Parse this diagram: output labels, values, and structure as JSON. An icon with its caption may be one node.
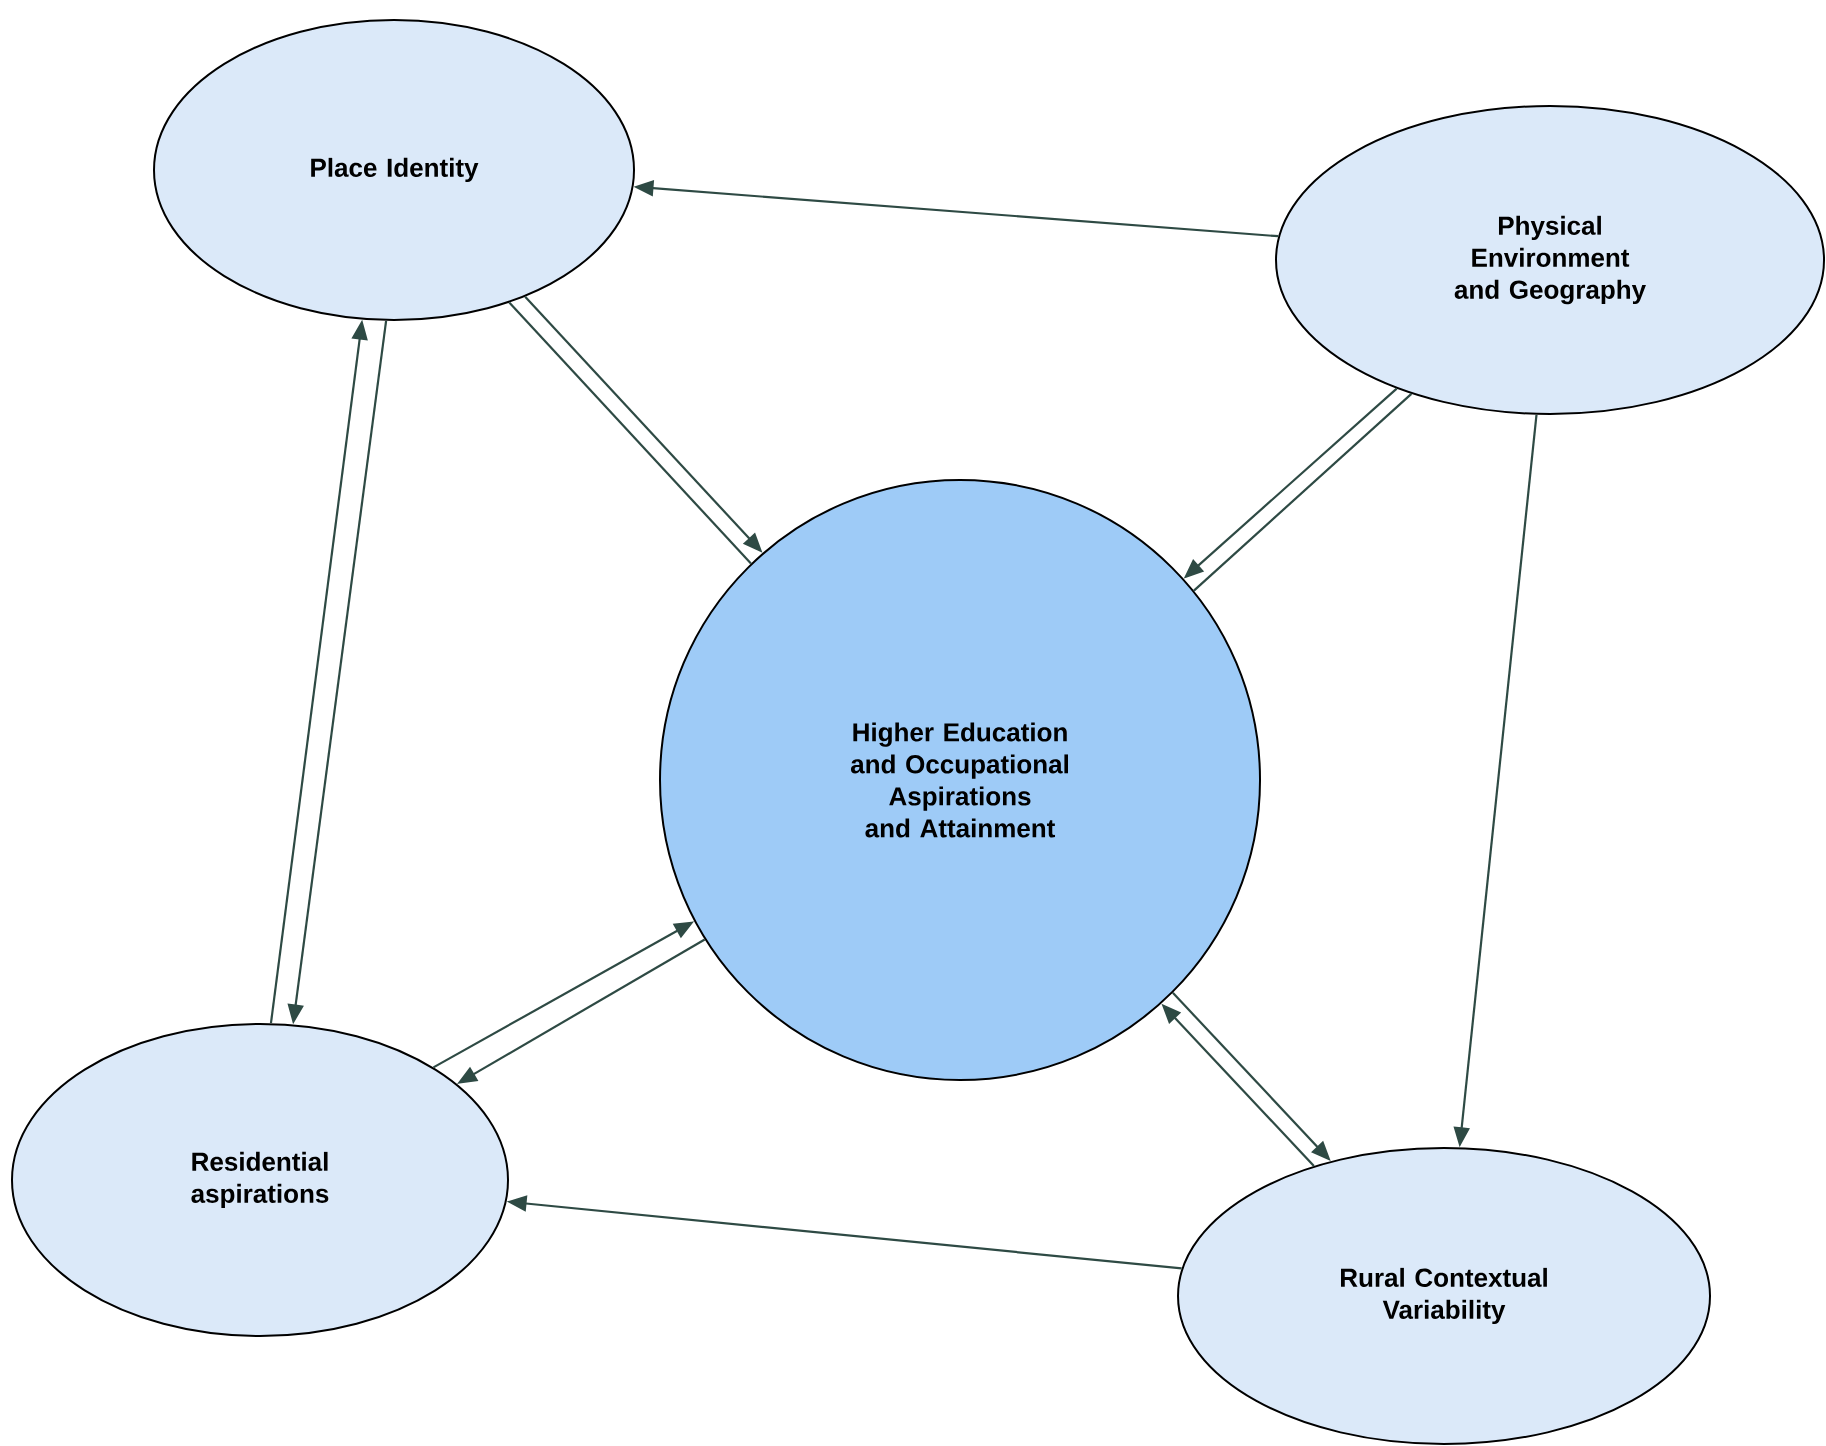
{
  "diagram": {
    "nodes": [
      {
        "text": [
          "Place Identity"
        ]
      },
      {
        "text": [
          "Physical Environment and Geography"
        ]
      },
      {
        "text": [
          "Higher Education and Occupational Aspirations and Attainment"
        ]
      },
      {
        "text": [
          "Residential aspirations"
        ]
      },
      {
        "text": [
          "Rural Contextual Variability"
        ]
      }
    ],
    "edges": [
      {
        "from": 1,
        "to": 0,
        "arrow": "to"
      },
      {
        "from": 0,
        "to": 2,
        "arrow": "to"
      },
      {
        "from": 0,
        "to": 2,
        "arrow": "none"
      },
      {
        "from": 1,
        "to": 2,
        "arrow": "none"
      },
      {
        "from": 1,
        "to": 2,
        "arrow": "to"
      },
      {
        "from": 1,
        "to": 4,
        "arrow": "to"
      },
      {
        "from": 3,
        "to": 0,
        "arrow": "to"
      },
      {
        "from": 0,
        "to": 3,
        "arrow": "to"
      },
      {
        "from": 2,
        "to": 3,
        "arrow": "to"
      },
      {
        "from": 3,
        "to": 2,
        "arrow": "to"
      },
      {
        "from": 4,
        "to": 2,
        "arrow": "to"
      },
      {
        "from": 2,
        "to": 4,
        "arrow": "to"
      },
      {
        "from": 4,
        "to": 3,
        "arrow": "to"
      }
    ]
  }
}
